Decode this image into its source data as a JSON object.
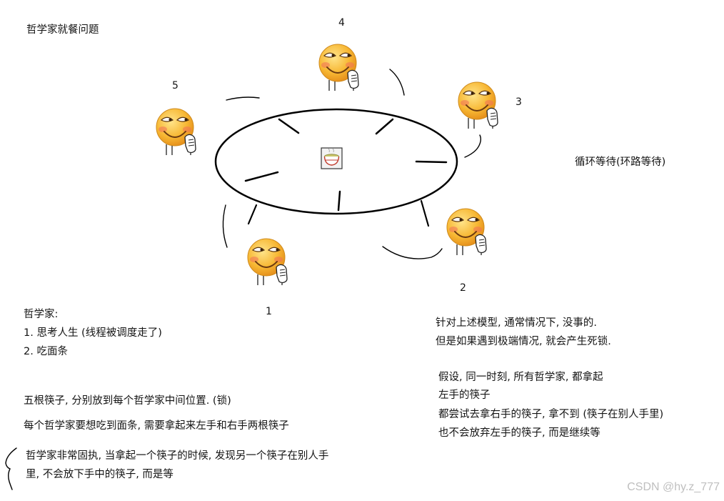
{
  "title": "哲学家就餐问题",
  "philosophers": [
    {
      "label": "1",
      "icon": "philosopher-face-icon"
    },
    {
      "label": "2",
      "icon": "philosopher-face-icon"
    },
    {
      "label": "3",
      "icon": "philosopher-face-icon"
    },
    {
      "label": "4",
      "icon": "philosopher-face-icon"
    },
    {
      "label": "5",
      "icon": "philosopher-face-icon"
    }
  ],
  "table": {
    "center_icon": "noodle-bowl-icon"
  },
  "cycle_note": "循环等待(环路等待)",
  "philosopher_notes": {
    "heading": "哲学家:",
    "items": [
      "1. 思考人生 (线程被调度走了)",
      "2. 吃面条"
    ]
  },
  "chopstick_notes": [
    "五根筷子, 分别放到每个哲学家中间位置. (锁)",
    "每个哲学家要想吃到面条, 需要拿起来左手和右手两根筷子"
  ],
  "stubborn_note": [
    "哲学家非常固执, 当拿起一个筷子的时候, 发现另一个筷子在别人手",
    "里, 不会放下手中的筷子, 而是等"
  ],
  "deadlock_notes": [
    "针对上述模型, 通常情况下, 没事的.",
    "但是如果遇到极端情况, 就会产生死锁."
  ],
  "assumption_notes": [
    "假设, 同一时刻, 所有哲学家, 都拿起",
    "左手的筷子",
    "都尝试去拿右手的筷子, 拿不到 (筷子在别人手里)",
    "也不会放弃左手的筷子, 而是继续等"
  ],
  "watermark": "CSDN @hy.z_777",
  "colors": {
    "ink": "#000000",
    "text": "#141414",
    "watermark": "#bfbfbf",
    "face": "#f7b733",
    "blush": "#f0705a"
  }
}
